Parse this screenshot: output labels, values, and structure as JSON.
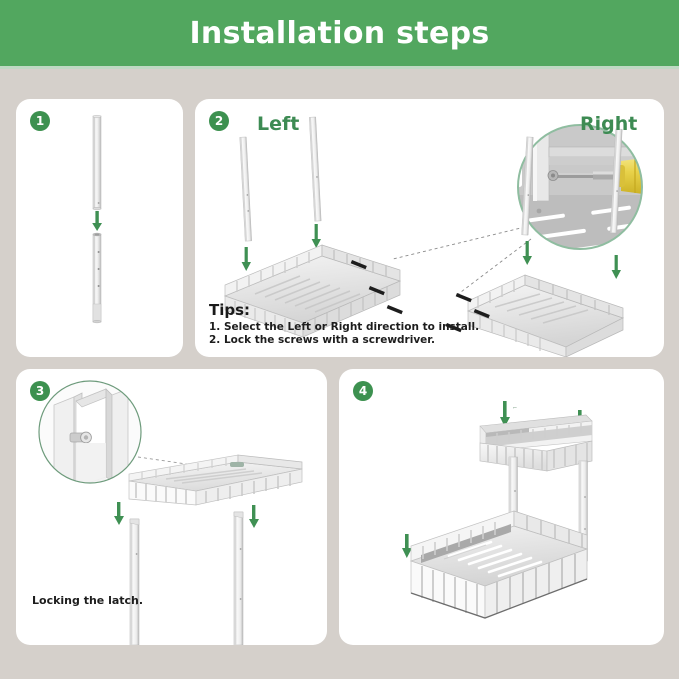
{
  "header": {
    "title": "Installation steps",
    "bg_color": "#52a75f",
    "text_color": "#ffffff"
  },
  "page": {
    "background_color": "#d5d0cb",
    "panel_color": "#ffffff",
    "accent_green": "#3d9150",
    "arrow_green": "#3f9053",
    "screwdriver_yellow": "#e8d24a"
  },
  "steps": [
    {
      "number": "1",
      "id": "panel-1",
      "description": "Two vertical poles joining together with a downward arrow"
    },
    {
      "number": "2",
      "id": "panel-2",
      "labels": {
        "left": "Left",
        "right": "Right"
      },
      "tips": {
        "title": "Tips:",
        "lines": [
          "1. Select the Left or Right direction to install.",
          "2. Lock the screws with a screwdriver."
        ]
      },
      "description": "Left and right shelf base with poles, magnified screw detail with yellow screwdriver"
    },
    {
      "number": "3",
      "id": "panel-3",
      "caption": "Locking the latch.",
      "description": "Magnified latch detail circle and shelf lowering onto two poles"
    },
    {
      "number": "4",
      "id": "panel-4",
      "description": "Assembled two-tier shelf with four downward arrows"
    }
  ],
  "icons": {
    "down_arrow": "down-arrow-icon",
    "magnifier_circle": "magnified-detail-icon"
  }
}
